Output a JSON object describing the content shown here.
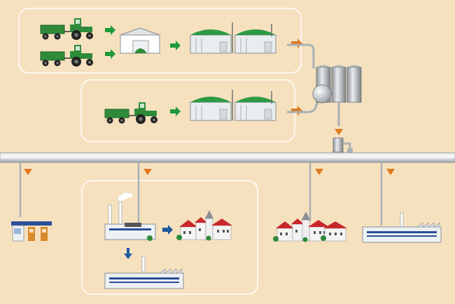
{
  "colors": {
    "background": "#f6e1bf",
    "frame": "#ffffff",
    "vehicle_green": "#2e8b3a",
    "flow_green": "#1f9a3a",
    "flow_orange": "#e07a1e",
    "flow_blue": "#1f5aa0",
    "pipe_gray": "#b8bcc0",
    "roof_red": "#c8282a",
    "factory_stripe": "#2a4f99"
  },
  "icons": {
    "agricultural_vehicle": "tractor-with-trailer-icon",
    "storage": "silage-storage-hall-icon",
    "fermenter": "biogas-fermenter-icon",
    "gas_storage": "gas-silo-icon",
    "treatment": "gas-treatment-unit-icon",
    "fuel_station": "fuel-station-icon",
    "chp": "combined-heat-power-plant-icon",
    "village": "village-icon",
    "factory": "industrial-plant-icon"
  },
  "diagram": {
    "feed_rows": 3,
    "fermenter_lines": 2,
    "pipeline_consumers": 4
  }
}
